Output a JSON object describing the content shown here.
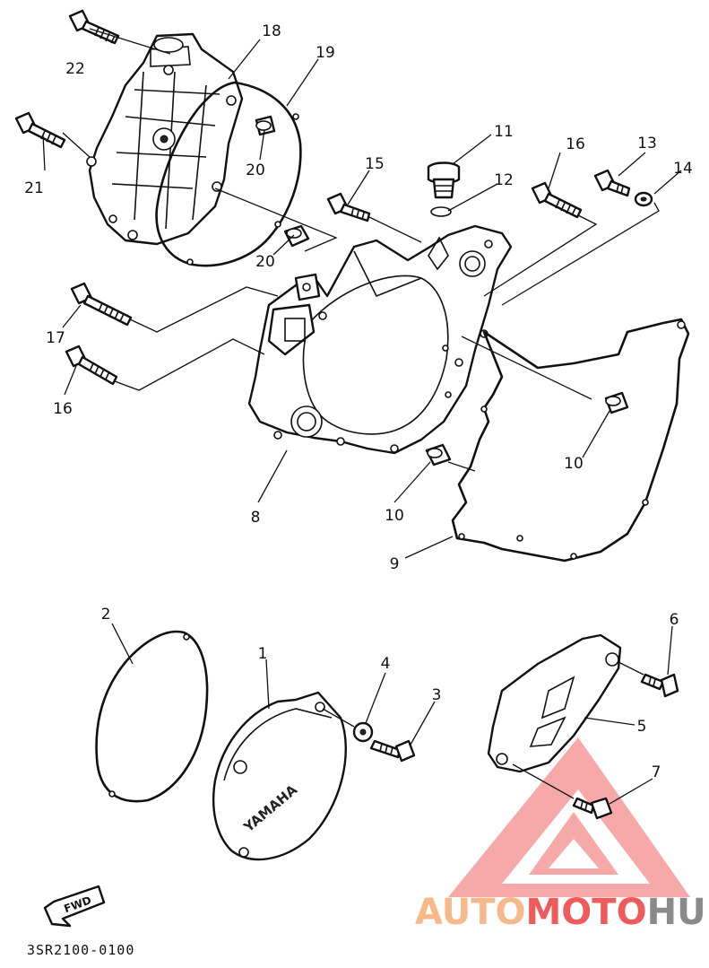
{
  "diagram": {
    "code": "3SR2100-0100",
    "cover_brand": "YAMAHA",
    "fwd_label": "FWD",
    "callouts": [
      {
        "id": "c1",
        "text": "1"
      },
      {
        "id": "c2",
        "text": "2"
      },
      {
        "id": "c3",
        "text": "3"
      },
      {
        "id": "c4",
        "text": "4"
      },
      {
        "id": "c5",
        "text": "5"
      },
      {
        "id": "c6",
        "text": "6"
      },
      {
        "id": "c7",
        "text": "7"
      },
      {
        "id": "c8",
        "text": "8"
      },
      {
        "id": "c9",
        "text": "9"
      },
      {
        "id": "c10a",
        "text": "10"
      },
      {
        "id": "c10b",
        "text": "10"
      },
      {
        "id": "c11",
        "text": "11"
      },
      {
        "id": "c12",
        "text": "12"
      },
      {
        "id": "c13",
        "text": "13"
      },
      {
        "id": "c14",
        "text": "14"
      },
      {
        "id": "c15",
        "text": "15"
      },
      {
        "id": "c16a",
        "text": "16"
      },
      {
        "id": "c16b",
        "text": "16"
      },
      {
        "id": "c17",
        "text": "17"
      },
      {
        "id": "c18",
        "text": "18"
      },
      {
        "id": "c19",
        "text": "19"
      },
      {
        "id": "c20a",
        "text": "20"
      },
      {
        "id": "c20b",
        "text": "20"
      },
      {
        "id": "c21",
        "text": "21"
      },
      {
        "id": "c22",
        "text": "22"
      }
    ]
  },
  "watermark": {
    "part1": "AUTO",
    "part2": "MOTO",
    "part3": "HUB",
    "color_light": "#f7b98a",
    "color_red": "#ef5a5a",
    "color_gray": "#8a8a8a"
  }
}
